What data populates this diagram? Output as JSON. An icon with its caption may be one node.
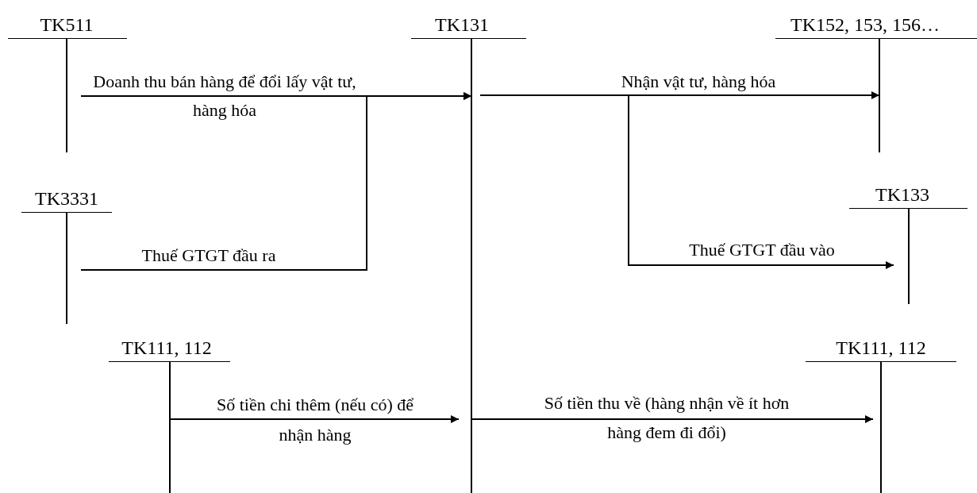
{
  "diagram": {
    "nodes": [
      {
        "text": [
          "TK511"
        ]
      },
      {
        "text": [
          "TK131"
        ]
      },
      {
        "text": [
          "TK152, 153, 156…"
        ]
      },
      {
        "text": [
          "TK3331"
        ]
      },
      {
        "text": [
          "TK133"
        ]
      },
      {
        "text": [
          "TK111, 112"
        ]
      },
      {
        "text": [
          "TK111, 112"
        ]
      }
    ],
    "edges": [
      {
        "from": 0,
        "to": 1,
        "arrow": "to",
        "label": "Doanh thu bán hàng để đổi lấy vật tư, hàng hóa"
      },
      {
        "from": 3,
        "to": 1,
        "arrow": "to",
        "label": "Thuế GTGT đầu ra"
      },
      {
        "from": 1,
        "to": 2,
        "arrow": "to",
        "label": "Nhận vật tư, hàng hóa"
      },
      {
        "from": 1,
        "to": 4,
        "arrow": "to",
        "label": "Thuế GTGT đầu vào"
      },
      {
        "from": 5,
        "to": 1,
        "arrow": "to",
        "label": "Số tiền chi thêm (nếu có) để nhận hàng"
      },
      {
        "from": 1,
        "to": 6,
        "arrow": "to",
        "label": "Số tiền thu về (hàng nhận về ít hơn hàng đem đi đổi)"
      }
    ]
  }
}
